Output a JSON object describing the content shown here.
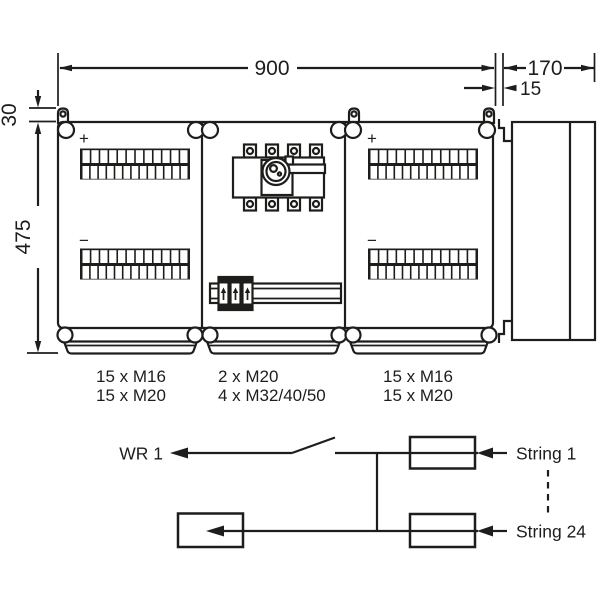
{
  "colors": {
    "ink": "#1d1d1b",
    "background": "#ffffff"
  },
  "dimensions": {
    "width_mm": "900",
    "depth_mm": "170",
    "wall_offset_mm": "15",
    "lug_offset_mm": "30",
    "height_mm": "475"
  },
  "panel_symbols": {
    "plus": "+",
    "minus": "−"
  },
  "gland_labels": {
    "left": [
      "15 x M16",
      "15 x M20"
    ],
    "middle": [
      "2 x M20",
      "4 x M32/40/50"
    ],
    "right": [
      "15 x M16",
      "15 x M20"
    ]
  },
  "schematic": {
    "inverter_label": "WR 1",
    "string_first_label": "String 1",
    "string_last_label": "String 24"
  }
}
